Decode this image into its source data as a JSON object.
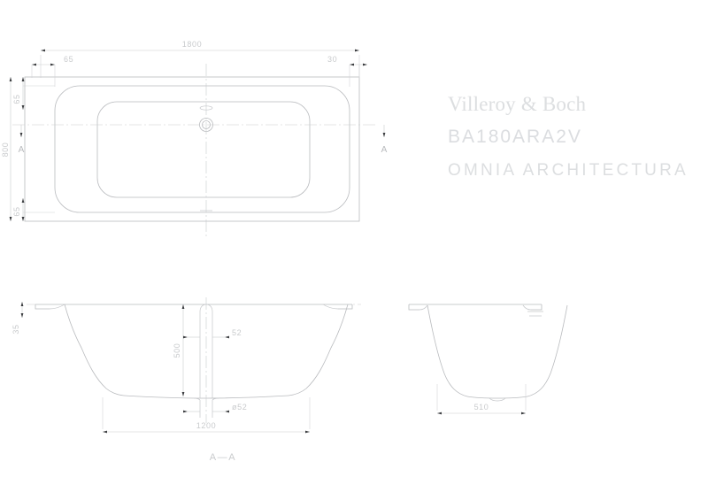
{
  "document": {
    "type": "technical-drawing",
    "subject": "bathtub",
    "units": "mm"
  },
  "titleblock": {
    "brand": "Villeroy & Boch",
    "model_code": "BA180ARA2V",
    "series_name": "OMNIA  ARCHITECTURA"
  },
  "views": {
    "plan": {
      "name": "top-view",
      "dimensions": {
        "overall_length": "1800",
        "overall_width": "800",
        "rim_left": "65",
        "rim_right": "30",
        "rim_top": "65",
        "rim_bottom": "65"
      },
      "section_marker": "A"
    },
    "section": {
      "name": "section-a-a",
      "label": "A—A",
      "dimensions": {
        "rim_thickness": "35",
        "overflow_height": "500",
        "overflow_diameter": "52",
        "drain_diameter": "ø52",
        "base_length": "1200"
      }
    },
    "end": {
      "name": "end-view",
      "dimensions": {
        "base_width": "510"
      }
    }
  },
  "colors": {
    "line": "#b9bbbe",
    "dimension": "#c9cbcd",
    "text": "#dcdee0",
    "arrow": "#3a3c3f",
    "background": "#ffffff"
  }
}
